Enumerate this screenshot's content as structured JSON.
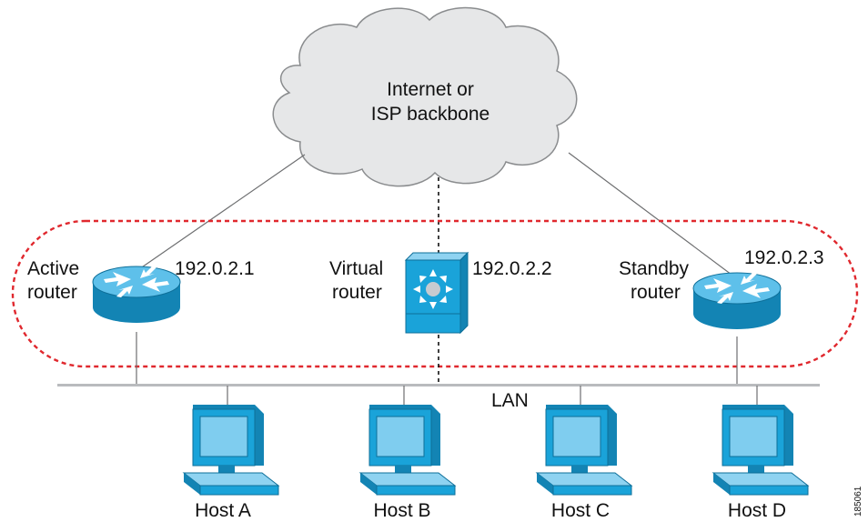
{
  "cloud": {
    "line1": "Internet or",
    "line2": "ISP backbone"
  },
  "routers": {
    "active": {
      "line1": "Active",
      "line2": "router",
      "ip": "192.0.2.1"
    },
    "virtual": {
      "line1": "Virtual",
      "line2": "router",
      "ip": "192.0.2.2"
    },
    "standby": {
      "line1": "Standby",
      "line2": "router",
      "ip": "192.0.2.3"
    }
  },
  "lan_label": "LAN",
  "hosts": [
    "Host A",
    "Host B",
    "Host C",
    "Host D"
  ],
  "figure_id": "185061",
  "colors": {
    "device_blue": "#1aa3d9",
    "device_dark": "#1384b4",
    "device_top": "#8fd3f1",
    "cloud_fill": "#e6e7e8",
    "cloud_stroke": "#8a8c8e",
    "group_outline": "#e0282e",
    "lines": "#6d6e70"
  }
}
